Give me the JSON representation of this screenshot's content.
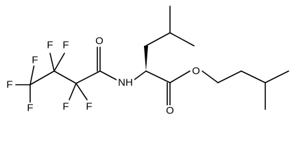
{
  "molecule": {
    "atoms": {
      "fluorine_labels": [
        "F",
        "F",
        "F",
        "F",
        "F",
        "F",
        "F"
      ],
      "oxygen_labels": [
        "O",
        "O",
        "O"
      ],
      "nitrogen_label": "NH"
    }
  },
  "colors": {
    "bond": "#000000",
    "text": "#000000",
    "background": "#ffffff"
  }
}
